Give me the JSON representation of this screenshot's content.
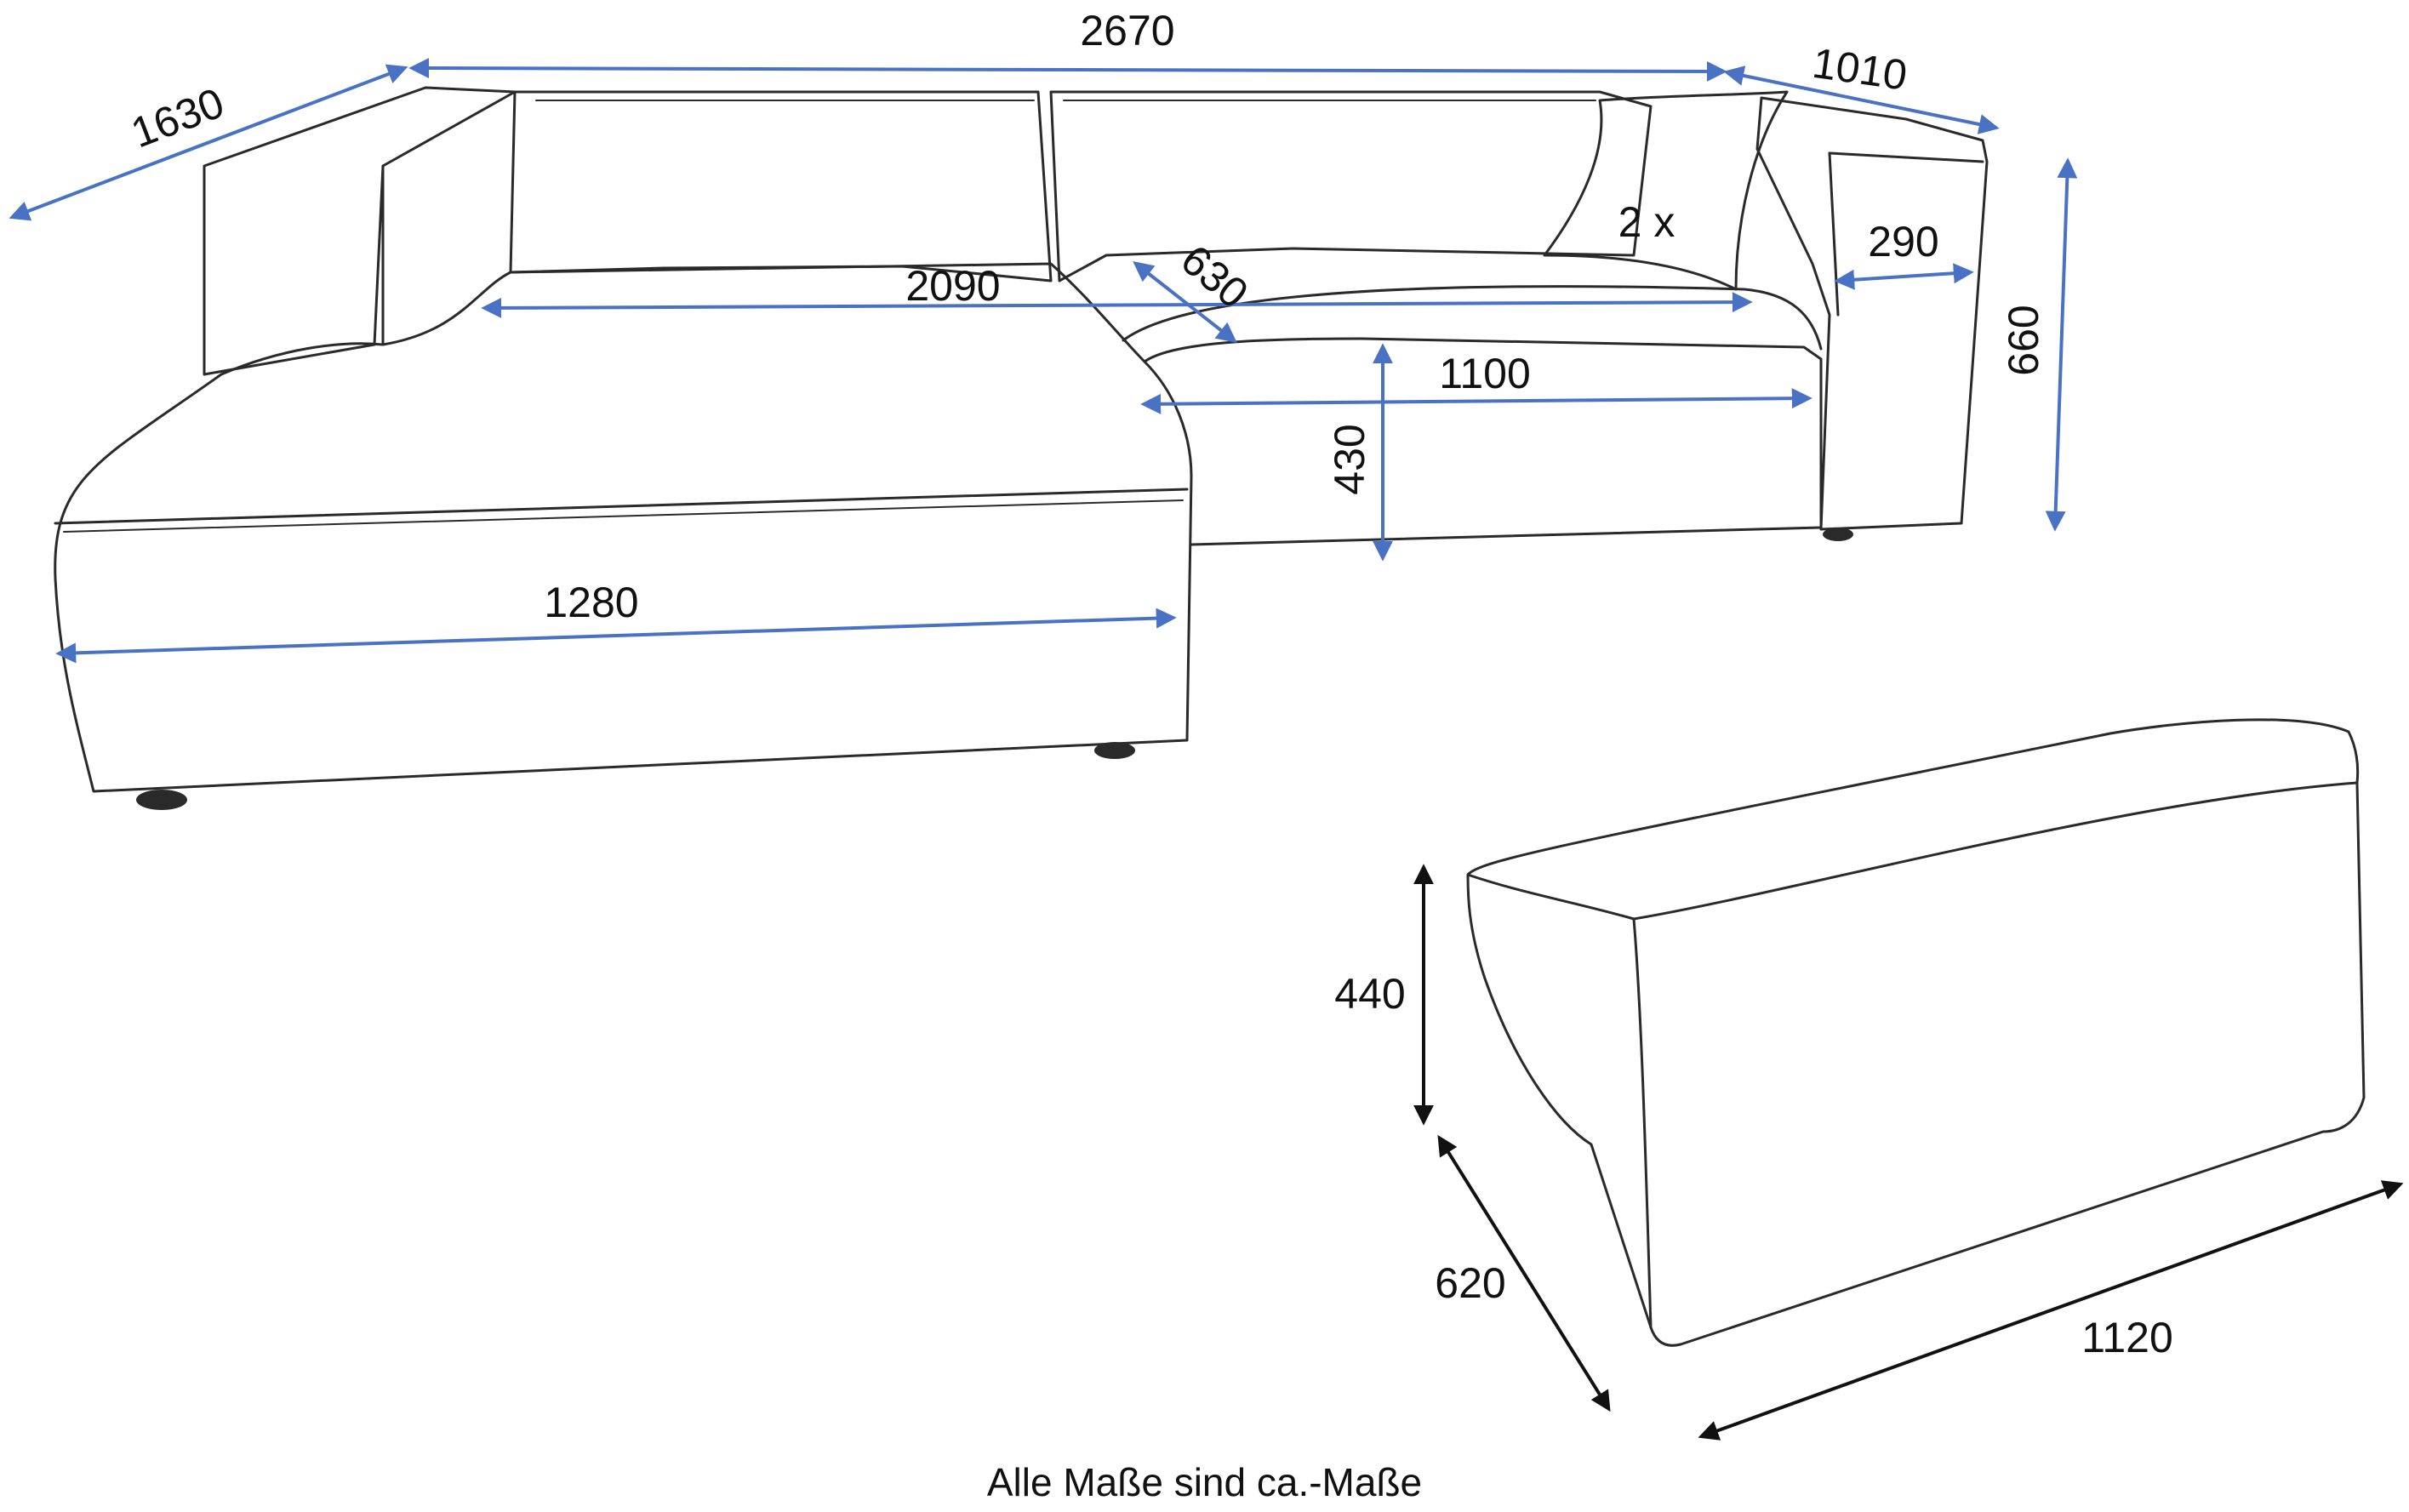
{
  "colors": {
    "dimension_blue": "#4a72c4",
    "dimension_black": "#111111",
    "outline": "#2a2a2a"
  },
  "sofa": {
    "dimensions": {
      "total_width": "2670",
      "total_depth": "1630",
      "right_depth": "1010",
      "back_height": "660",
      "armrest_width": "290",
      "seat_width": "2090",
      "seat_depth": "630",
      "middle_seat_width": "1100",
      "seat_height": "430",
      "chaise_width": "1280"
    },
    "pillow_label": "2 x"
  },
  "ottoman": {
    "dimensions": {
      "height": "440",
      "depth": "620",
      "width": "1120"
    }
  },
  "caption": "Alle Maße sind ca.-Maße"
}
